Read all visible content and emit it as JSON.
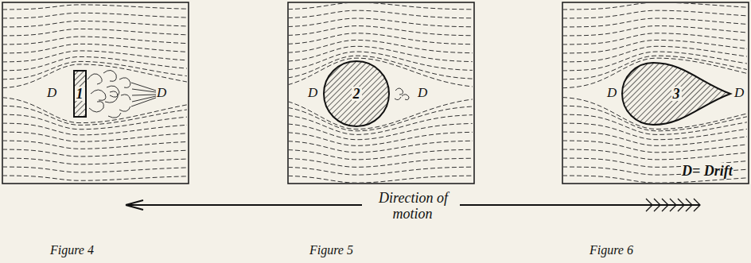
{
  "diagram": {
    "nodes": [
      {
        "text": [
          "1"
        ]
      },
      {
        "text": [
          "2"
        ]
      },
      {
        "text": [
          "3"
        ]
      }
    ],
    "labels": [
      "D",
      "D",
      "D",
      "D",
      "D",
      "D",
      "Figure 4",
      "Figure 5",
      "Figure 6",
      "Direction of motion",
      "D= Drift"
    ]
  }
}
